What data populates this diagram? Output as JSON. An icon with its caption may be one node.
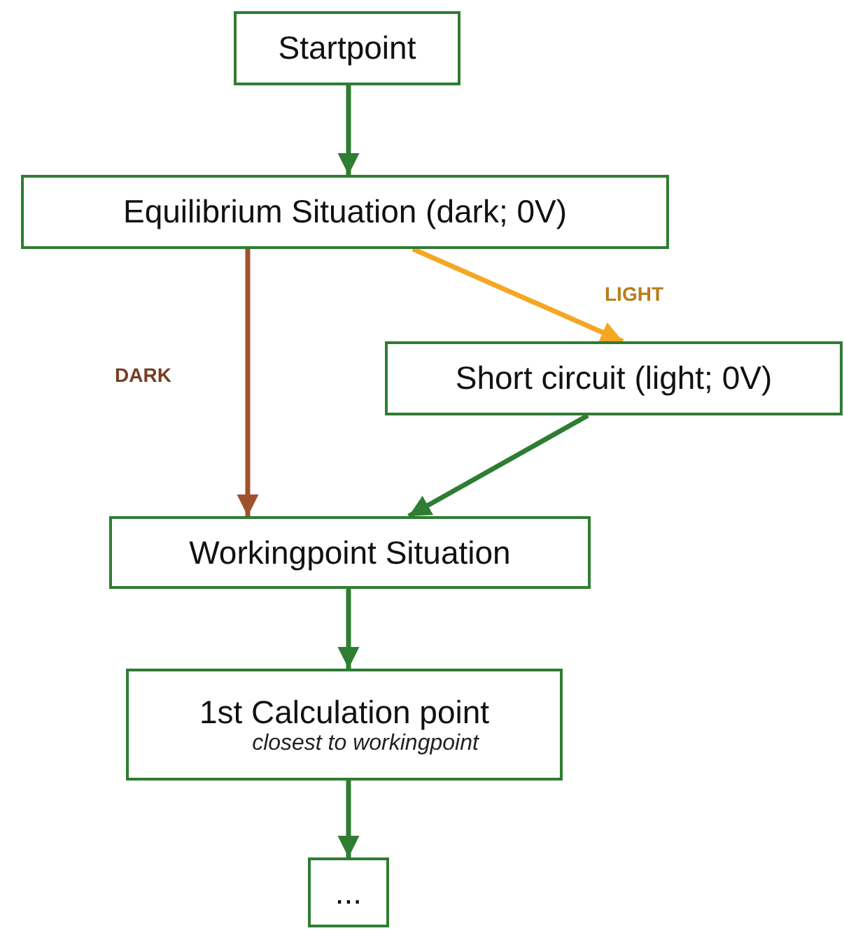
{
  "diagram": {
    "nodes": [
      {
        "text": [
          "Startpoint"
        ]
      },
      {
        "text": [
          "Equilibrium Situation (dark; 0V)"
        ]
      },
      {
        "text": [
          "Short circuit (light; 0V)"
        ]
      },
      {
        "text": [
          "Workingpoint Situation"
        ]
      },
      {
        "text": [
          "1st Calculation point",
          "closest to workingpoint"
        ]
      },
      {
        "text": [
          "..."
        ]
      }
    ],
    "edges": [
      {
        "from": 0,
        "to": 1,
        "arrow": "to"
      },
      {
        "from": 1,
        "to": 3,
        "arrow": "to",
        "label": "DARK",
        "color": "#a0522d"
      },
      {
        "from": 1,
        "to": 2,
        "arrow": "to",
        "label": "LIGHT",
        "color": "#f5a623"
      },
      {
        "from": 2,
        "to": 3,
        "arrow": "to"
      },
      {
        "from": 3,
        "to": 4,
        "arrow": "to"
      },
      {
        "from": 4,
        "to": 5,
        "arrow": "to"
      }
    ]
  }
}
